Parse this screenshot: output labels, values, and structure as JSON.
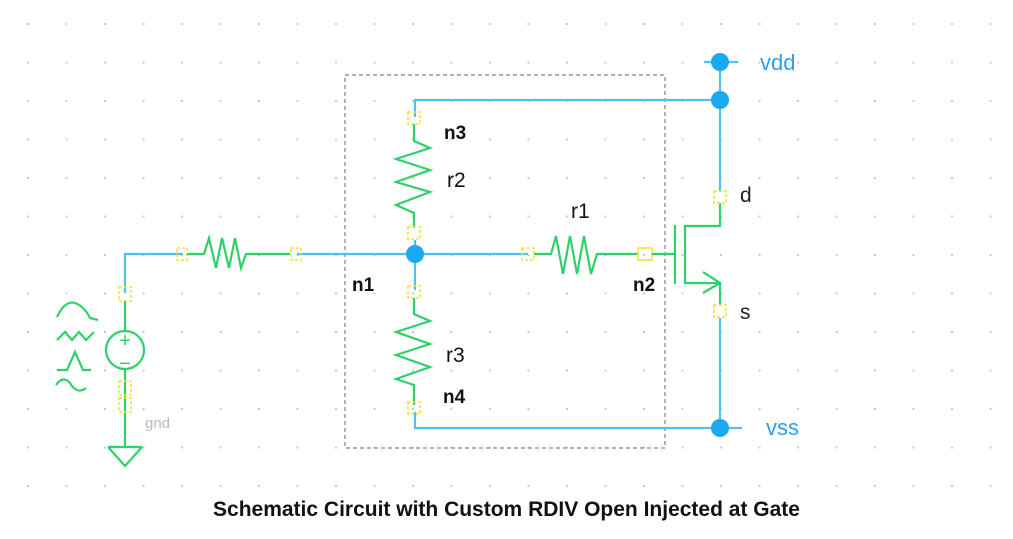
{
  "caption": "Schematic Circuit with Custom RDIV Open Injected at Gate",
  "colors": {
    "wire": "#4fc0f0",
    "component": "#2fd06a",
    "pin": "#f2e23a",
    "node_dot": "#1aa8f0",
    "rail_label": "#2aa0e8",
    "subcircuit_box": "#808080"
  },
  "nets": {
    "n1": "n1",
    "n2": "n2",
    "n3": "n3",
    "n4": "n4",
    "gnd": "gnd",
    "vdd": "vdd",
    "vss": "vss"
  },
  "components": {
    "r1": "r1",
    "r2": "r2",
    "r3": "r3",
    "source": "source-icon",
    "mosfet": "nmos-transistor"
  },
  "mosfet_pins": {
    "drain": "d",
    "source": "s"
  },
  "source_symbols": {
    "plus": "+",
    "minus": "−"
  }
}
